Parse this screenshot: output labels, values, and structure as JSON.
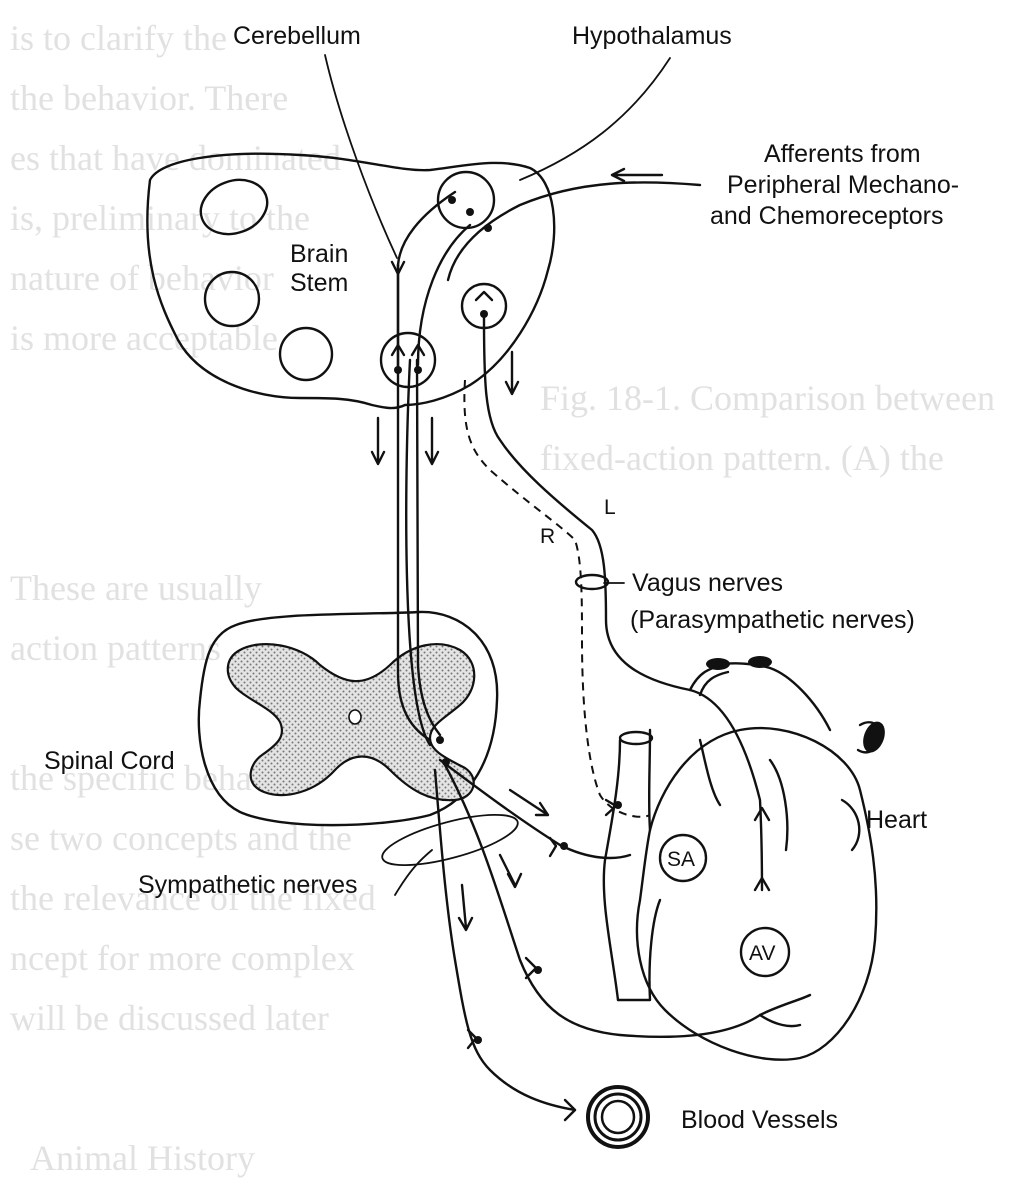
{
  "labels": {
    "cerebellum": "Cerebellum",
    "hypothalamus": "Hypothalamus",
    "afferents_line1": "Afferents from",
    "afferents_line2": "Peripheral Mechano-",
    "afferents_line3": "and Chemoreceptors",
    "brain_stem_line1": "Brain",
    "brain_stem_line2": "Stem",
    "spinal_cord": "Spinal Cord",
    "sympathetic_nerves": "Sympathetic nerves",
    "vagus_line1": "Vagus nerves",
    "vagus_line2": "(Parasympathetic nerves)",
    "right_vagus": "R",
    "left_vagus": "L",
    "heart": "Heart",
    "sa_node": "SA",
    "av_node": "AV",
    "blood_vessels": "Blood Vessels"
  },
  "colors": {
    "ink": "#111111",
    "spinal_gray_matter": "#c6c6c6",
    "show_through_text": "#c9c9c9"
  }
}
